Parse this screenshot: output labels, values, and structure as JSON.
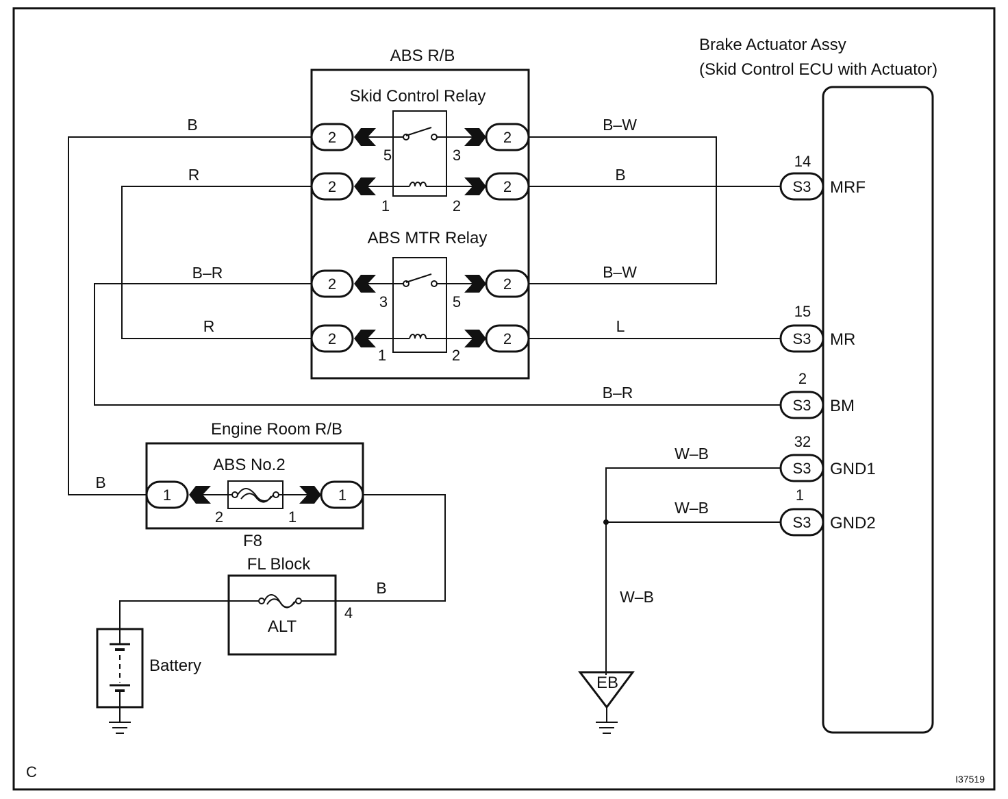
{
  "outer_frame_label": "C",
  "figure_code": "I37519",
  "abs_rb": {
    "title": "ABS R/B",
    "skid_relay": {
      "title": "Skid Control Relay",
      "connector": "2",
      "pins": {
        "sw_in": "5",
        "sw_out": "3",
        "coil_in": "1",
        "coil_out": "2"
      }
    },
    "mtr_relay": {
      "title": "ABS MTR Relay",
      "connector": "2",
      "pins": {
        "sw_in": "3",
        "sw_out": "5",
        "coil_in": "1",
        "coil_out": "2"
      }
    }
  },
  "engine_rb": {
    "title": "Engine Room R/B",
    "fuse": "ABS No.2",
    "connector": "1",
    "pin_left": "2",
    "pin_right": "1",
    "fuse_code": "F8"
  },
  "fl_block": {
    "title": "FL Block",
    "fuse": "ALT",
    "pin": "4"
  },
  "battery": {
    "label": "Battery"
  },
  "ground": {
    "label": "EB"
  },
  "ecu": {
    "title_line1": "Brake Actuator Assy",
    "title_line2": "(Skid Control ECU with Actuator)",
    "connector": "S3",
    "terminals": [
      {
        "pin": "14",
        "name": "MRF"
      },
      {
        "pin": "15",
        "name": "MR"
      },
      {
        "pin": "2",
        "name": "BM"
      },
      {
        "pin": "32",
        "name": "GND1"
      },
      {
        "pin": "1",
        "name": "GND2"
      }
    ]
  },
  "wire_colors": {
    "skid_sw_in": "B",
    "skid_coil_in": "R",
    "mtr_sw_in": "B–R",
    "mtr_coil_in": "R",
    "skid_sw_out": "B–W",
    "skid_coil_out": "B",
    "mtr_sw_out": "B–W",
    "mtr_coil_out": "L",
    "bm": "B–R",
    "gnd1": "W–B",
    "gnd2": "W–B",
    "ground_trunk": "W–B",
    "fuse_feed": "B",
    "battery_feed": "B"
  }
}
